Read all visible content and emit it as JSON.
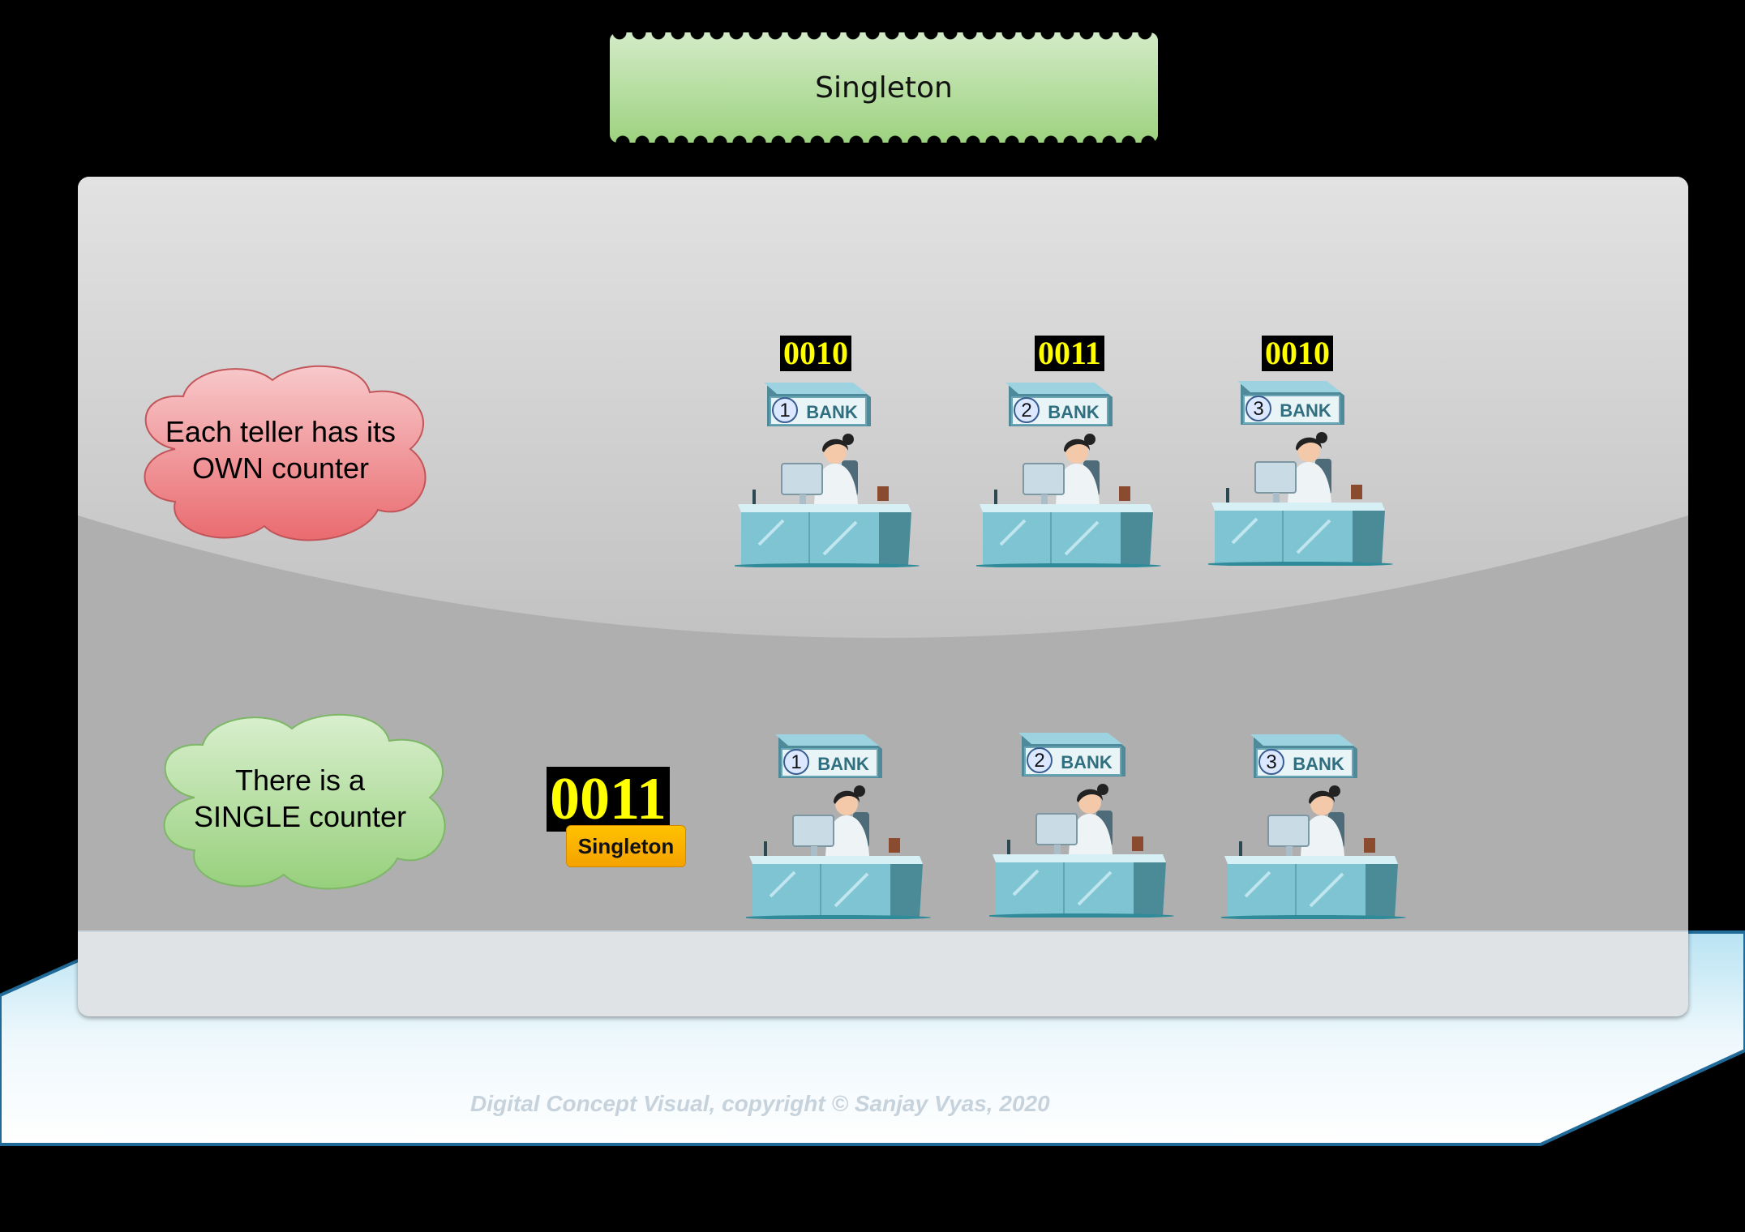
{
  "title": "Singleton",
  "top_row": {
    "cloud_text": "Each teller has its OWN counter",
    "tellers": [
      {
        "number": "1",
        "sign": "BANK",
        "counter": "0010"
      },
      {
        "number": "2",
        "sign": "BANK",
        "counter": "0011"
      },
      {
        "number": "3",
        "sign": "BANK",
        "counter": "0010"
      }
    ]
  },
  "bottom_row": {
    "cloud_text": "There is a SINGLE counter",
    "shared_counter": "0011",
    "badge": "Singleton",
    "tellers": [
      {
        "number": "1",
        "sign": "BANK"
      },
      {
        "number": "2",
        "sign": "BANK"
      },
      {
        "number": "3",
        "sign": "BANK"
      }
    ]
  },
  "footer": "Digital Concept Visual, copyright © Sanjay Vyas, 2020",
  "colors": {
    "counter_bg": "#000000",
    "counter_fg": "#ffff00",
    "cloud_red": "#ef7b7e",
    "cloud_green": "#a3d78c",
    "banner_green": "#9dd27f",
    "badge_orange": "#f5a200",
    "floor": "#dff2fa"
  },
  "icons": [
    "bank-sign-icon",
    "teller-woman-icon",
    "desk-icon",
    "computer-monitor-icon"
  ]
}
